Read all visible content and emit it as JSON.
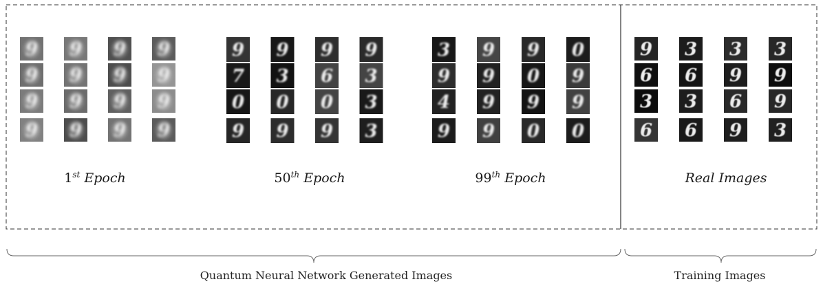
{
  "panels": [
    {
      "id": "epoch-1",
      "label_base": "1",
      "label_sup": "st",
      "label_rest": " Epoch",
      "digits": [
        [
          "9",
          "9",
          "9",
          "9"
        ],
        [
          "9",
          "9",
          "9",
          "9"
        ],
        [
          "9",
          "9",
          "9",
          "9"
        ],
        [
          "9",
          "9",
          "9",
          "9"
        ]
      ],
      "style": "blurry"
    },
    {
      "id": "epoch-50",
      "label_base": "50",
      "label_sup": "th",
      "label_rest": " Epoch",
      "digits": [
        [
          "9",
          "9",
          "9",
          "9"
        ],
        [
          "7",
          "3",
          "6",
          "3"
        ],
        [
          "0",
          "0",
          "0",
          "3"
        ],
        [
          "9",
          "9",
          "9",
          "3"
        ]
      ],
      "style": "soft"
    },
    {
      "id": "epoch-99",
      "label_base": "99",
      "label_sup": "th",
      "label_rest": " Epoch",
      "digits": [
        [
          "3",
          "9",
          "9",
          "0"
        ],
        [
          "9",
          "9",
          "0",
          "9"
        ],
        [
          "4",
          "9",
          "9",
          "9"
        ],
        [
          "9",
          "9",
          "0",
          "0"
        ]
      ],
      "style": "soft"
    },
    {
      "id": "real",
      "label_base": "",
      "label_sup": "",
      "label_rest": "Real Images",
      "digits": [
        [
          "9",
          "3",
          "3",
          "3"
        ],
        [
          "6",
          "6",
          "9",
          "9"
        ],
        [
          "3",
          "3",
          "6",
          "9"
        ],
        [
          "6",
          "6",
          "9",
          "3"
        ]
      ],
      "style": "crisp"
    }
  ],
  "groups": [
    {
      "id": "generated",
      "label": "Quantum Neural Network Generated Images"
    },
    {
      "id": "training",
      "label": "Training Images"
    }
  ]
}
